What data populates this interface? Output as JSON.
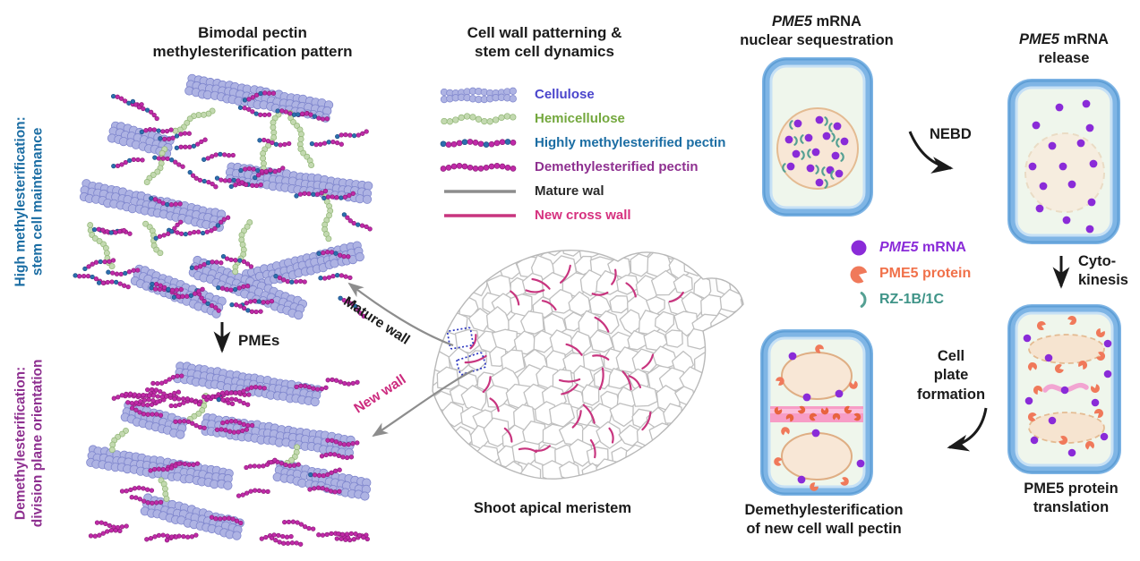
{
  "left": {
    "title_line1": "Bimodal pectin",
    "title_line2": "methylesterification pattern",
    "side_top_line1": "High methylesterification:",
    "side_top_line2": "stem cell maintenance",
    "side_bottom_line1": "Demethylesterification:",
    "side_bottom_line2": "division plane orientation",
    "pmes_label": "PMEs"
  },
  "middle": {
    "title_line1": "Cell wall patterning &",
    "title_line2": "stem cell dynamics",
    "legend": [
      {
        "label": "Cellulose",
        "color": "#4a45cc",
        "swatch": "cellulose-chain"
      },
      {
        "label": "Hemicellulose",
        "color": "#74a83e",
        "swatch": "hemicellulose-chain"
      },
      {
        "label": "Highly methylesterified pectin",
        "color": "#1b6da3",
        "swatch": "methylesterified-pectin-chain"
      },
      {
        "label": "Demethylesterified pectin",
        "color": "#8e3090",
        "swatch": "demethylesterified-pectin-chain"
      },
      {
        "label": "Mature wal",
        "color": "#2b2b2b",
        "swatch": "gray-line"
      },
      {
        "label": "New cross wall",
        "color": "#d6317f",
        "swatch": "pink-line"
      }
    ],
    "mature_wall_label": "Mature wall",
    "new_wall_label": "New wall",
    "caption": "Shoot apical meristem"
  },
  "right": {
    "stage_sequestration_gene": "PME5",
    "stage_sequestration_rest": " mRNA",
    "stage_sequestration_line2": "nuclear sequestration",
    "stage_release_gene": "PME5",
    "stage_release_rest": " mRNA",
    "stage_release_line2": "release",
    "nebd_label": "NEBD",
    "cytokinesis_line1": "Cyto-",
    "cytokinesis_line2": "kinesis",
    "legend": [
      {
        "gene": "PME5",
        "rest": " mRNA",
        "color": "#8a2bd8",
        "icon": "mrna-dot"
      },
      {
        "label": "PME5 protein",
        "color": "#f0714a",
        "icon": "protein-pacman"
      },
      {
        "label": "RZ-1B/1C",
        "color": "#3f9488",
        "icon": "rz-arc"
      }
    ],
    "cell_plate_line1": "Cell",
    "cell_plate_line2": "plate",
    "cell_plate_line3": "formation",
    "translation_caption_line1": "PME5 protein",
    "translation_caption_line2": "translation",
    "demeth_caption_line1": "Demethylesterification",
    "demeth_caption_line2": "of new cell wall pectin"
  },
  "colors": {
    "cellulose_fill": "#aeb3e3",
    "cellulose_stroke": "#7f86cd",
    "hemicellulose_fill": "#c3d9b0",
    "hemicellulose_stroke": "#8fb573",
    "pectin_magenta": "#c02aa8",
    "pectin_magenta_stroke": "#8c1d7a",
    "pectin_teal": "#2d6fae",
    "pectin_teal_stroke": "#1c4e85",
    "mature_wall_gray": "#8d8d8d",
    "new_wall_pink": "#c8357f",
    "meristem_wall_gray": "#bfbfbf",
    "dotted_box_blue": "#2b35c0",
    "cell_border_blue": "#7fb5e5",
    "cell_border_dark": "#5f9fd6",
    "cell_border_light": "#c6e0f5",
    "cell_interior": "#eff6ec",
    "nucleus_fill": "#f8e7d6",
    "nucleus_stroke": "#e4bb92",
    "mrna_purple": "#8a2bd8",
    "protein_orange": "#f0795a",
    "protein_orange_dark": "#e8633e",
    "rz_teal": "#55a093",
    "cell_plate_pink": "#f793c2",
    "squiggle_pink": "#f2a5d2",
    "text_black": "#1b1b1b"
  }
}
